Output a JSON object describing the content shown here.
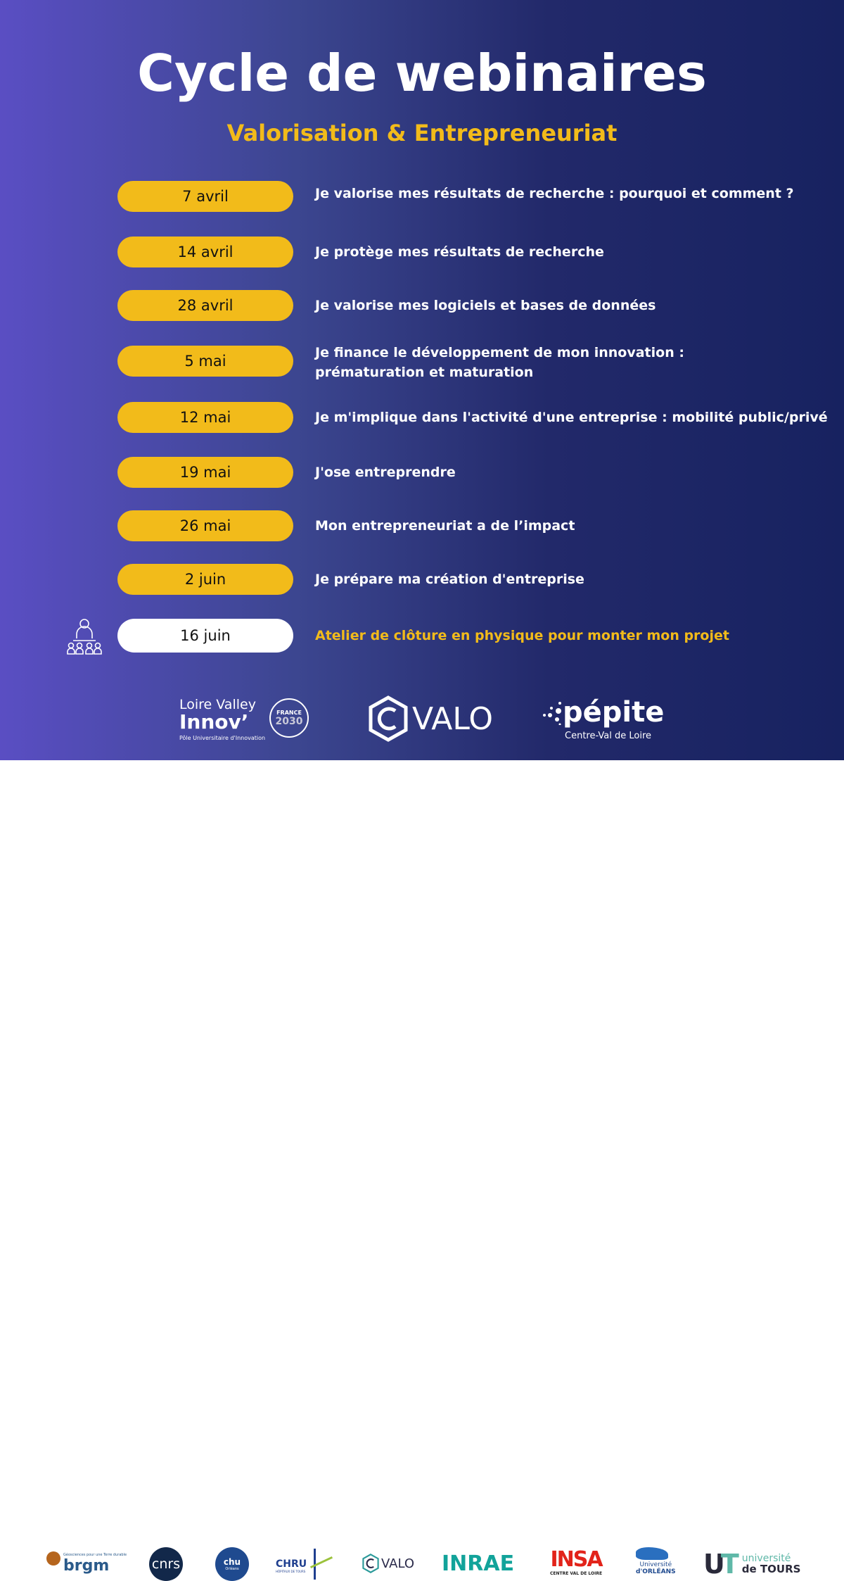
{
  "header": {
    "title": "Cycle de webinaires",
    "subtitle": "Valorisation & Entrepreneuriat"
  },
  "sessions": [
    {
      "date": "7 avril",
      "topic": "Je valorise mes résultats de recherche : pourquoi et comment ?"
    },
    {
      "date": "14 avril",
      "topic": "Je protège mes résultats de recherche"
    },
    {
      "date": "28 avril",
      "topic": "Je valorise mes logiciels et bases de données"
    },
    {
      "date": "5 mai",
      "topic": "Je finance le développement de mon innovation :",
      "topic2": "prématuration et maturation"
    },
    {
      "date": "12 mai",
      "topic": "Je m'implique dans l'activité d'une entreprise : mobilité public/privé"
    },
    {
      "date": "19 mai",
      "topic": "J'ose entreprendre"
    },
    {
      "date": "26 mai",
      "topic": "Mon entrepreneuriat a de l’impact"
    },
    {
      "date": "2 juin",
      "topic": "Je prépare ma création d'entreprise"
    },
    {
      "date": "16 juin",
      "topic": "Atelier de clôture en physique pour monter mon projet"
    }
  ],
  "organizers": {
    "lvi": {
      "line1": "Loire Valley",
      "line2": "Innov’",
      "line3": "Pôle Universitaire d'Innovation",
      "badge1": "FRANCE",
      "badge2": "2030"
    },
    "valo": "VALO",
    "pepite": {
      "name": "pépite",
      "region": "Centre-Val de Loire"
    }
  },
  "partners": {
    "brgm": "brgm",
    "brgm_tag": "Géosciences pour une Terre durable",
    "cnrs": "cnrs",
    "chu": "chu",
    "chu_sub": "Orléans",
    "chru": "CHRU",
    "chru_sub": "HÔPITAUX DE TOURS",
    "valo": "VALO",
    "inrae": "INRAE",
    "insa": "INSA",
    "insa_sub": "CENTRE VAL DE LOIRE",
    "orleans1": "Université",
    "orleans2": "d'ORLÉANS",
    "tours1": "université",
    "tours2": "de TOURS"
  },
  "colors": {
    "accent": "#f2bb1a",
    "bg_left": "#5a4ec3",
    "bg_right": "#172260"
  }
}
